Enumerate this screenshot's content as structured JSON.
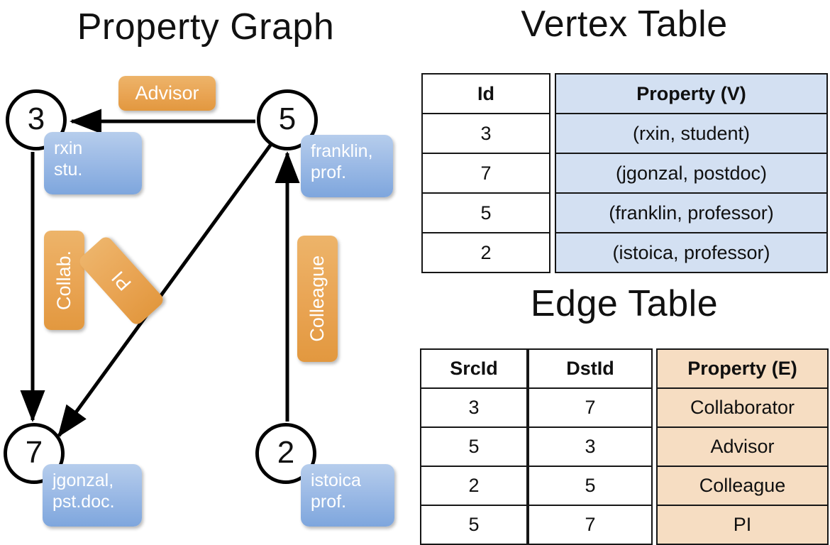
{
  "titles": {
    "property_graph": "Property Graph",
    "vertex_table": "Vertex Table",
    "edge_table": "Edge Table"
  },
  "graph": {
    "nodes": [
      {
        "id": "3",
        "property": "rxin\nstu."
      },
      {
        "id": "5",
        "property": "franklin,\nprof."
      },
      {
        "id": "7",
        "property": "jgonzal,\npst.doc."
      },
      {
        "id": "2",
        "property": "istoica\nprof."
      }
    ],
    "node_labels": {
      "n3": "3",
      "n5": "5",
      "n7": "7",
      "n2": "2"
    },
    "properties": {
      "rxin_line1": "rxin",
      "rxin_line2": "stu.",
      "franklin_line1": "franklin,",
      "franklin_line2": "prof.",
      "jgonzal_line1": "jgonzal,",
      "jgonzal_line2": "pst.doc.",
      "istoica_line1": "istoica",
      "istoica_line2": "prof."
    },
    "edge_labels": {
      "advisor": "Advisor",
      "collab": "Collab.",
      "pi": "PI",
      "colleague": "Colleague"
    },
    "edges": [
      {
        "from": "5",
        "to": "3",
        "label": "Advisor"
      },
      {
        "from": "3",
        "to": "7",
        "label": "Collab."
      },
      {
        "from": "5",
        "to": "7",
        "label": "PI"
      },
      {
        "from": "2",
        "to": "5",
        "label": "Colleague"
      }
    ]
  },
  "vertex_table": {
    "headers": [
      "Id",
      "Property (V)"
    ],
    "rows": [
      {
        "id": "3",
        "property": "(rxin, student)"
      },
      {
        "id": "7",
        "property": "(jgonzal, postdoc)"
      },
      {
        "id": "5",
        "property": "(franklin, professor)"
      },
      {
        "id": "2",
        "property": "(istoica, professor)"
      }
    ]
  },
  "edge_table": {
    "headers": [
      "SrcId",
      "DstId",
      "Property (E)"
    ],
    "rows": [
      {
        "src": "3",
        "dst": "7",
        "property": "Collaborator"
      },
      {
        "src": "5",
        "dst": "3",
        "property": "Advisor"
      },
      {
        "src": "2",
        "dst": "5",
        "property": "Colleague"
      },
      {
        "src": "5",
        "dst": "7",
        "property": "PI"
      }
    ]
  },
  "colors": {
    "vertex_property_fill": "#d3e0f2",
    "edge_property_fill": "#f6ddc2",
    "node_box_blue": "#9dbbe6",
    "edge_box_orange": "#e9a453",
    "stroke": "#161616"
  }
}
